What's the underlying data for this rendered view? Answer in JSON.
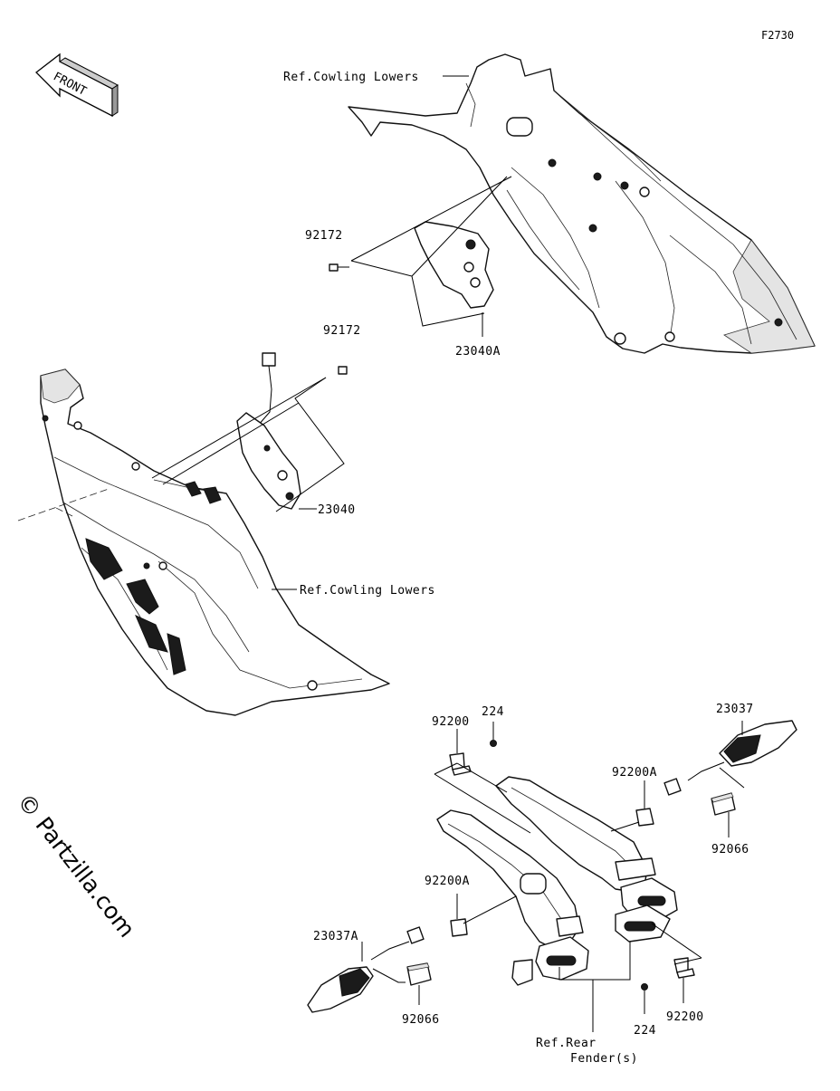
{
  "figure_id": "F2730",
  "front_label": "FRONT",
  "watermark": "© Partzilla.com",
  "labels": {
    "ref_cowling_top": "Ref.Cowling Lowers",
    "ref_cowling_mid": "Ref.Cowling Lowers",
    "p92172_a": "92172",
    "p92172_b": "92172",
    "p23040A": "23040A",
    "p23040": "23040",
    "p92200_top": "92200",
    "p224_top": "224",
    "p23037": "23037",
    "p92200A_right": "92200A",
    "p92066_right": "92066",
    "p92200A_left": "92200A",
    "p23037A": "23037A",
    "p92066_left": "92066",
    "ref_rear_1": "Ref.Rear",
    "ref_rear_2": "Fender(s)",
    "p224_bottom": "224",
    "p92200_bottom": "92200"
  }
}
